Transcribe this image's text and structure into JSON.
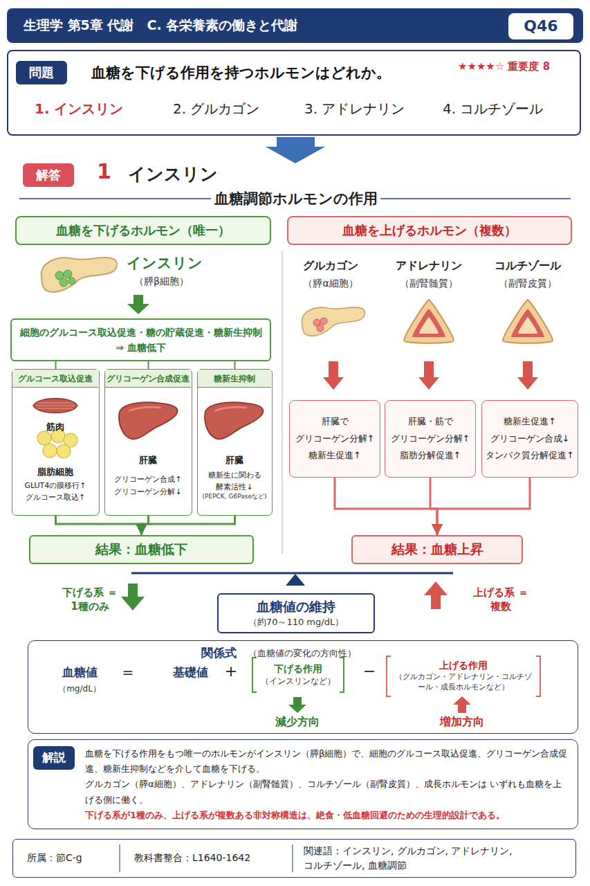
{
  "diagram": {
    "nodes": [
      {
        "text": [
          "生理学 第5章 代謝　C. 各栄養素の働きと代謝"
        ]
      },
      {
        "text": [
          "Q46"
        ],
        "in": 0
      },
      {
        "text": [
          "血糖を下げる作用を持つホルモンはどれか。",
          "★★★★☆ 重要度 8",
          "1. インスリン",
          "2. グルカゴン",
          "3. アドレナリン",
          "4. コルチゾール"
        ]
      },
      {
        "text": [
          "問題"
        ],
        "in": 2
      },
      {
        "text": [
          "解答"
        ]
      },
      {
        "text": [
          "血糖を下げるホルモン（唯一）"
        ]
      },
      {
        "text": [
          "血糖を上げるホルモン（複数）"
        ]
      },
      {
        "text": [
          "細胞のグルコース取込促進・糖の貯蔵促進・糖新生抑制 ⇒ 血糖低下"
        ]
      },
      {
        "text": [
          "グルコース取込促進",
          "筋肉",
          "脂肪細胞",
          "GLUT4の膜移行↑ グルコース取込↑"
        ]
      },
      {
        "text": [
          "グリコーゲン合成促進",
          "肝臓",
          "グリコーゲン合成↑ グリコーゲン分解↓"
        ]
      },
      {
        "text": [
          "糖新生抑制",
          "肝臓",
          "糖新生に関わる 酵素活性↓",
          "(PEPCK, G6Paseなど)"
        ]
      },
      {
        "text": [
          "結果：血糖低下"
        ]
      },
      {
        "text": [
          "肝臓で グリコーゲン分解↑ 糖新生促進↑"
        ]
      },
      {
        "text": [
          "肝臓・筋で グリコーゲン分解↑ 脂肪分解促進↑"
        ]
      },
      {
        "text": [
          "糖新生促進↑ グリコーゲン合成↓ タンパク質分解促進↑"
        ]
      },
      {
        "text": [
          "結果：血糖上昇"
        ]
      },
      {
        "text": [
          "血糖値の維持",
          "（約70～110 mg/dL）"
        ]
      },
      {
        "text": [
          "関係式",
          "（血糖値の変化の方向性）"
        ]
      },
      {
        "text": [
          "下げる作用",
          "（インスリンなど）"
        ],
        "in": 17
      },
      {
        "text": [
          "上げる作用",
          "（グルカゴン・アドレナリン・コルチゾール・成長ホルモンなど）"
        ],
        "in": 17
      },
      {
        "text": [
          "血糖を下げる作用をもつ唯一のホルモンがインスリン（膵β細胞）で、細胞のグルコース取込促進、グリコーゲン合成促進、糖新生抑制などを介して血糖を下げる。",
          "グルカゴン（膵α細胞）、アドレナリン（副腎髄質）、コルチゾール（副腎皮質）、成長ホルモンは いずれも血糖を上げる側に働く。",
          "下げる系が1種のみ、上げる系が複数ある非対称構造は、絶食・低血糖回避のための生理的設計である。"
        ]
      },
      {
        "text": [
          "解説"
        ],
        "in": 20
      },
      {
        "text": [
          "所属：節C-g",
          "教科書整合：L1640-1642",
          "関連語：インスリン, グルカゴン, アドレナリン, コルチゾール, 血糖調節"
        ]
      }
    ],
    "edges": [
      {
        "from": 7,
        "to": 8,
        "arrow": "none"
      },
      {
        "from": 7,
        "to": 9,
        "arrow": "none"
      },
      {
        "from": 7,
        "to": 10,
        "arrow": "none"
      },
      {
        "from": 8,
        "to": 11,
        "arrow": "to"
      },
      {
        "from": 9,
        "to": 11,
        "arrow": "to"
      },
      {
        "from": 10,
        "to": 11,
        "arrow": "to"
      },
      {
        "from": 12,
        "to": 15,
        "arrow": "to"
      },
      {
        "from": 13,
        "to": 15,
        "arrow": "to"
      },
      {
        "from": 14,
        "to": 15,
        "arrow": "to"
      }
    ],
    "labels": [
      "1",
      "インスリン",
      "血糖調節ホルモンの作用",
      "インスリン",
      "（膵β細胞）",
      "グルカゴン",
      "（膵α細胞）",
      "アドレナリン",
      "（副腎髄質）",
      "コルチゾール",
      "（副腎皮質）",
      "下げる系 ＝1種のみ",
      "上げる系 ＝複数",
      "血糖値",
      "（mg/dL）",
      "=",
      "基礎値",
      "+",
      "−",
      "減少方向",
      "増加方向"
    ]
  }
}
